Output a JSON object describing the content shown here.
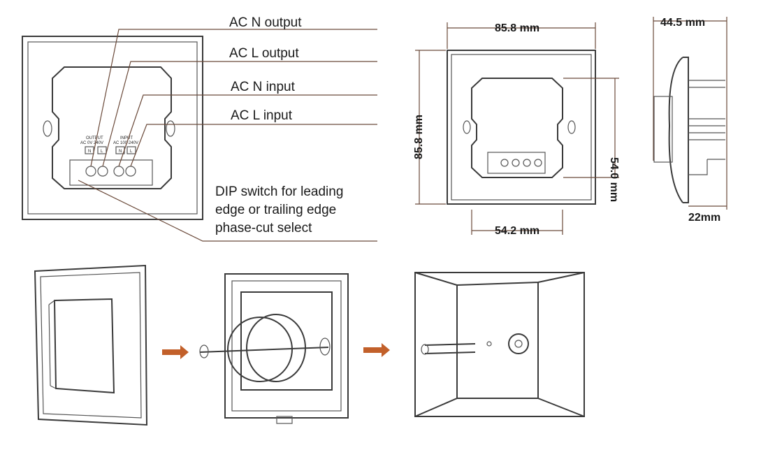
{
  "wiring": {
    "labels": [
      "AC N output",
      "AC L output",
      "AC N input",
      "AC L input"
    ],
    "dip_label": [
      "DIP switch for leading",
      "edge or trailing edge",
      "phase-cut select"
    ],
    "terminal_block": {
      "output_title": "OUTPUT",
      "output_rating": "AC 0V 240V",
      "input_title": "INPUT",
      "input_rating": "AC 100-240V",
      "terminals": [
        "N",
        "L",
        "N",
        "L"
      ]
    }
  },
  "dimensions": {
    "front_width": "85.8 mm",
    "front_height": "85.8 mm",
    "box_height": "54.0 mm",
    "box_width": "54.2 mm",
    "side_depth": "44.5 mm",
    "side_inset": "22mm"
  },
  "colors": {
    "leader": "#6b4a3a",
    "arrow": "#c2602a"
  }
}
